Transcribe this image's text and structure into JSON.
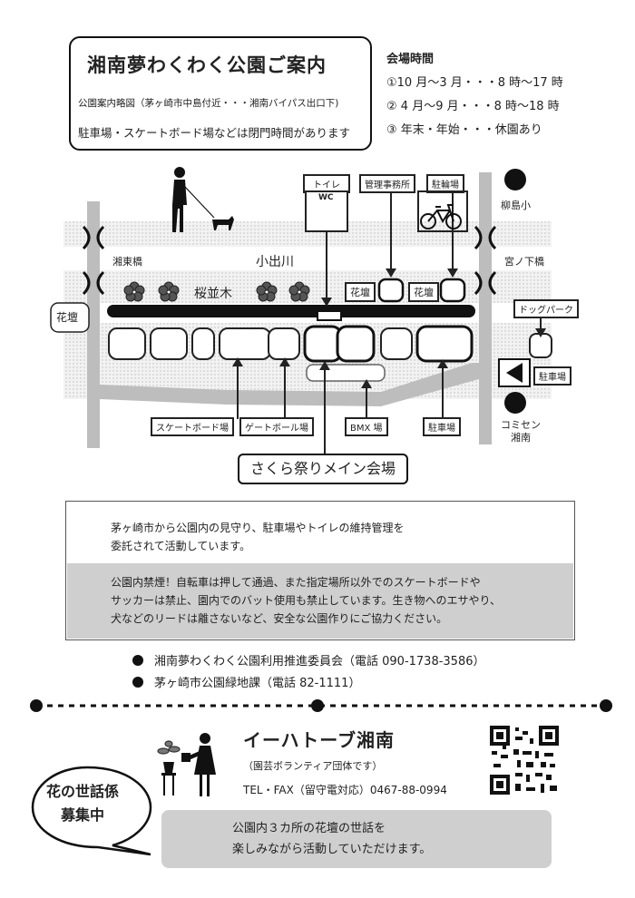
{
  "header": {
    "title": "湘南夢わくわく公園ご案内",
    "subtitle": "公園案内略図（茅ヶ崎市中島付近・・・湘南バイパス出口下)",
    "note": "駐車場・スケートボード場などは閉門時間があります"
  },
  "hours": {
    "heading": "会場時間",
    "items": [
      "①10 月～3 月・・・8 時～17 時",
      "② 4 月～9 月・・・8 時～18 時",
      "③ 年末・年始・・・休園あり"
    ]
  },
  "map": {
    "river": "小出川",
    "bridge_left": "湘東橋",
    "bridge_right": "宮ノ下橋",
    "sakura": "桜並木",
    "flowerbed": "花壇",
    "toilet": "トイレ",
    "toilet_icon_text": "WC",
    "office": "管理事務所",
    "bicycle": "駐輪場",
    "dogpark": "ドッグパーク",
    "parking": "駐車場",
    "school": "柳島小",
    "community_center": "コミセン\n湘南",
    "skate": "スケートボード場",
    "gateball": "ゲートボール場",
    "bmx": "BMX 場",
    "parking_bottom": "駐車場",
    "main_venue": "さくら祭りメイン会場"
  },
  "info": {
    "line1": "茅ヶ崎市から公園内の見守り、駐車場やトイレの維持管理を",
    "line2": "委託されて活動しています。",
    "rules1": "公園内禁煙！自転車は押して通過、また指定場所以外でのスケートボードや",
    "rules2": "サッカーは禁止、園内でのバット使用も禁止しています。生き物へのエサやり、",
    "rules3": "犬などのリードは離さないなど、安全な公園作りにご協力ください。"
  },
  "contacts": [
    "湘南夢わくわく公園利用推進委員会（電話 090-1738-3586）",
    "茅ヶ崎市公園緑地課（電話 82-1111）"
  ],
  "org": {
    "name": "イーハトーブ湘南",
    "desc": "（園芸ボランティア団体です）",
    "tel": "TEL・FAX（留守電対応）0467-88-0994"
  },
  "recruit": {
    "line1": "花の世話係",
    "line2": "募集中",
    "msg1": "公園内３カ所の花壇の世話を",
    "msg2": "楽しみながら活動していただけます。"
  }
}
